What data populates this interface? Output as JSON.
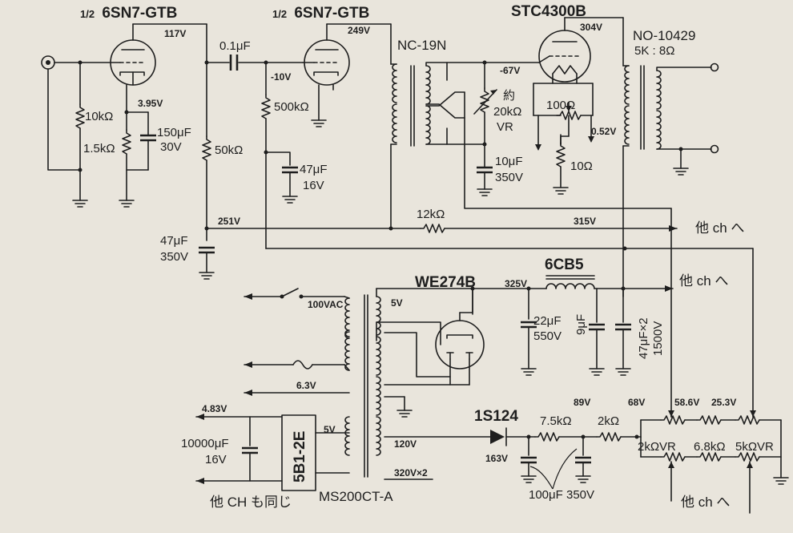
{
  "tubes": {
    "v1_fraction": "1/2",
    "v1": "6SN7-GTB",
    "v2_fraction": "1/2",
    "v2": "6SN7-GTB",
    "v3": "STC4300B",
    "rectifier": "WE274B"
  },
  "transformers": {
    "interstage": "NC-19N",
    "output": "NO-10429",
    "output_ratio": "5K : 8Ω",
    "power": "MS200CT-A",
    "choke": "6CB5"
  },
  "voltages": {
    "v1_plate": "117V",
    "v1_cathode": "3.95V",
    "v2_plate": "249V",
    "v2_grid": "-10V",
    "v3_plate": "304V",
    "v3_grid": "-67V",
    "v3_cathode": "0.52V",
    "b_251": "251V",
    "b_315": "315V",
    "b_325": "325V",
    "ac_100": "100VAC",
    "winding_5v": "5V",
    "winding_63": "6.3V",
    "winding_120": "120V",
    "winding_320": "320V×2",
    "filament_5v": "5V",
    "dc_483": "4.83V",
    "bias_163": "163V",
    "bias_89": "89V",
    "bias_68": "68V",
    "bias_586": "58.6V",
    "bias_253": "25.3V"
  },
  "components": {
    "r_10k": "10kΩ",
    "r_15k": "1.5kΩ",
    "c_150u": "150μF",
    "c_150u_v": "30V",
    "c_01u": "0.1μF",
    "r_500k": "500kΩ",
    "r_50k": "50kΩ",
    "c_47u_16": "47μF",
    "c_47u_16_v": "16V",
    "c_47u_350": "47μF",
    "c_47u_350_v": "350V",
    "vr_yaku": "約",
    "vr_20k": "20kΩ",
    "vr_20k_tag": "VR",
    "r_100": "100Ω",
    "r_10": "10Ω",
    "c_10u": "10μF",
    "c_10u_v": "350V",
    "r_12k": "12kΩ",
    "c_22u": "22μF",
    "c_22u_v": "550V",
    "c_9u": "9μF",
    "c_47x2": "47μF×2",
    "c_47x2_v": "1500V",
    "diode": "1S124",
    "r_75k": "7.5kΩ",
    "r_2k": "2kΩ",
    "vr_2k": "2kΩVR",
    "r_68k": "6.8kΩ",
    "vr_5k": "5kΩVR",
    "c_100u": "100μF 350V",
    "c_10000u": "10000μF",
    "c_10000u_v": "16V",
    "rect_block": "5B1-2E"
  },
  "notes": {
    "other_ch_1": "他 ch へ",
    "other_ch_2": "他 ch へ",
    "other_ch_3": "他 ch へ",
    "same_other_ch": "他 CH も同じ"
  }
}
